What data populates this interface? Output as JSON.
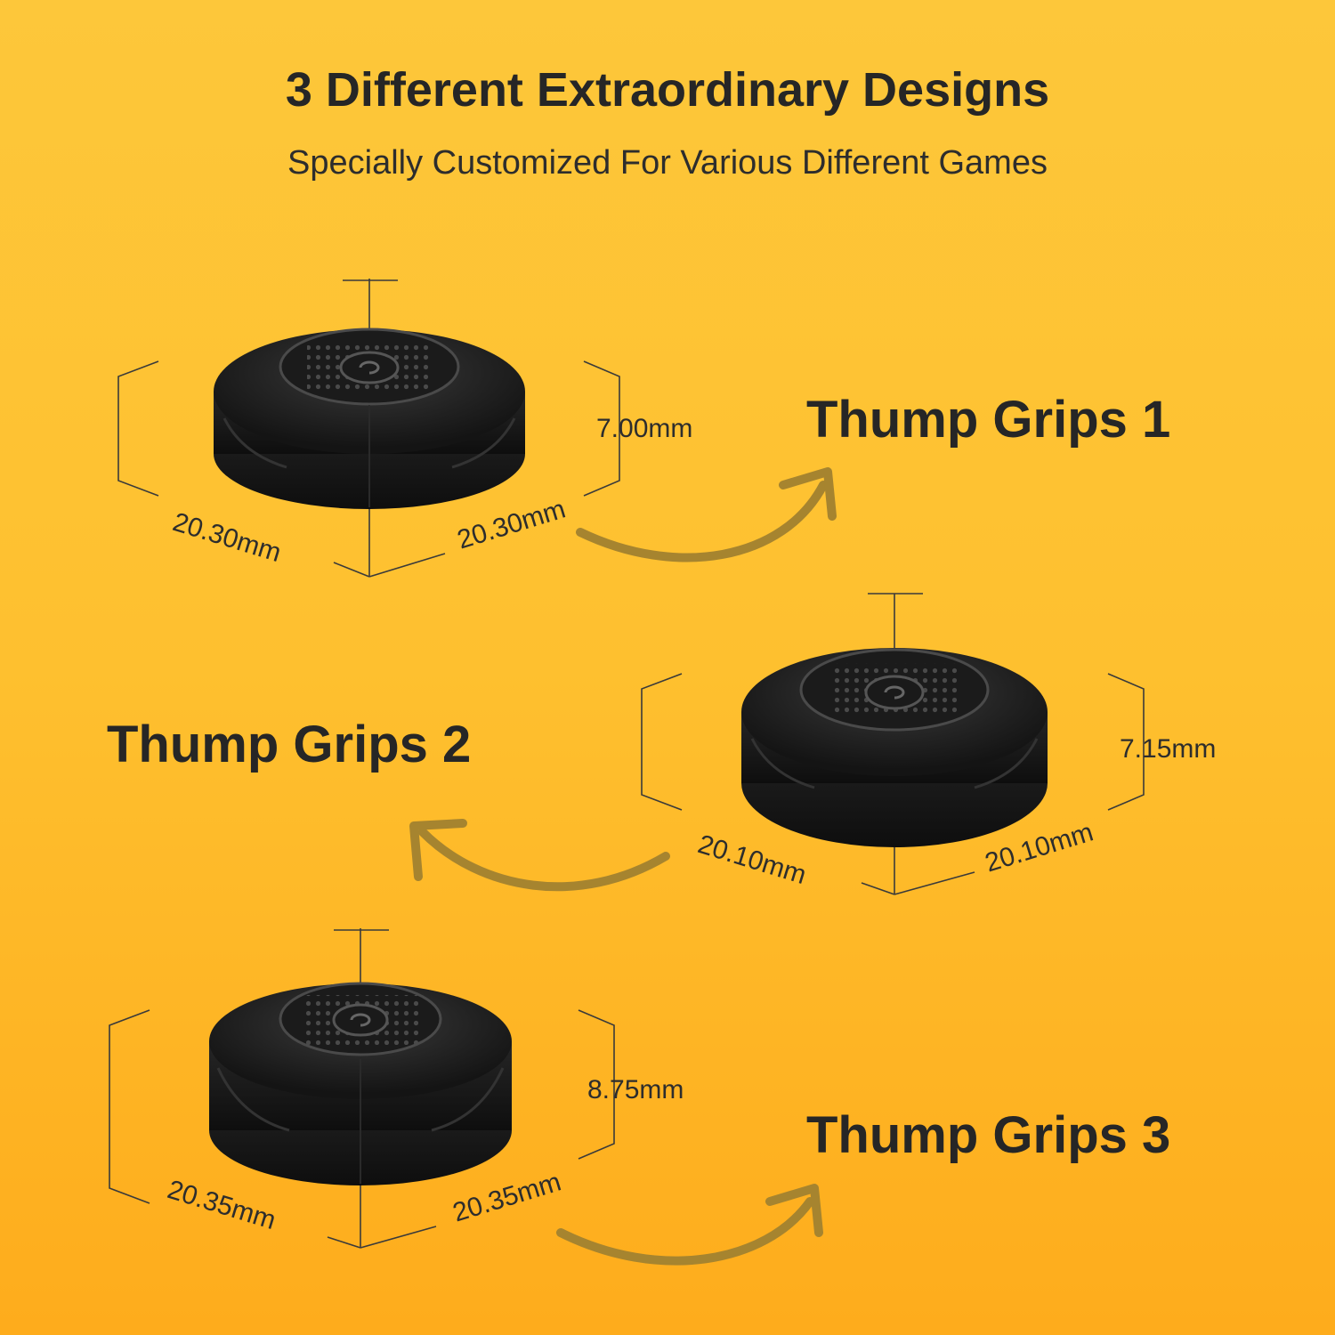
{
  "header": {
    "title": "3 Different Extraordinary Designs",
    "subtitle": "Specially Customized For Various Different Games"
  },
  "grips": [
    {
      "name": "Thump Grips 1",
      "width": "20.30mm",
      "depth": "20.30mm",
      "height": "7.00mm"
    },
    {
      "name": "Thump Grips 2",
      "width": "20.10mm",
      "depth": "20.10mm",
      "height": "7.15mm"
    },
    {
      "name": "Thump Grips 3",
      "width": "20.35mm",
      "depth": "20.35mm",
      "height": "8.75mm"
    }
  ],
  "colors": {
    "background_top": "#fdc73a",
    "background_bottom": "#feac1c",
    "text": "#262626",
    "grip": "#1d1d1d",
    "arrow": "#9a7a2c"
  },
  "icons": [
    "curved-arrow-icon",
    "dimension-bracket-icon"
  ]
}
